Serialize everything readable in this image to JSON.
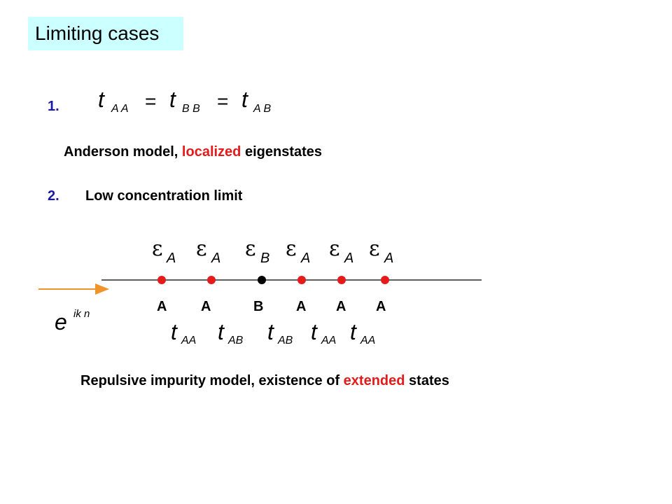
{
  "title": "Limiting cases",
  "case1": {
    "number": "1.",
    "formula": {
      "t": "t",
      "sub_aa": "A A",
      "eq": "=",
      "sub_bb": "B B",
      "sub_ab": "A B"
    },
    "desc_part1": "Anderson model,",
    "desc_highlight": "localized",
    "desc_part2": "eigenstates"
  },
  "case2": {
    "number": "2.",
    "label": "Low concentration limit"
  },
  "chain": {
    "epsilon": "ε",
    "energy_subscripts": [
      "A",
      "A",
      "B",
      "A",
      "A",
      "A"
    ],
    "site_labels": [
      "A",
      "A",
      "B",
      "A",
      "A",
      "A"
    ],
    "hopping_subscripts": [
      "AA",
      "AB",
      "AB",
      "AA",
      "AA"
    ],
    "wave": {
      "base": "e",
      "exponent": "ik n"
    },
    "colors": {
      "site_a": "#e51b1b",
      "site_b": "#000000",
      "arrow": "#f0932a",
      "highlight": "#e51b1b"
    }
  },
  "conclusion": {
    "part1": "Repulsive impurity model, existence of",
    "highlight": "extended",
    "part2": "states"
  }
}
